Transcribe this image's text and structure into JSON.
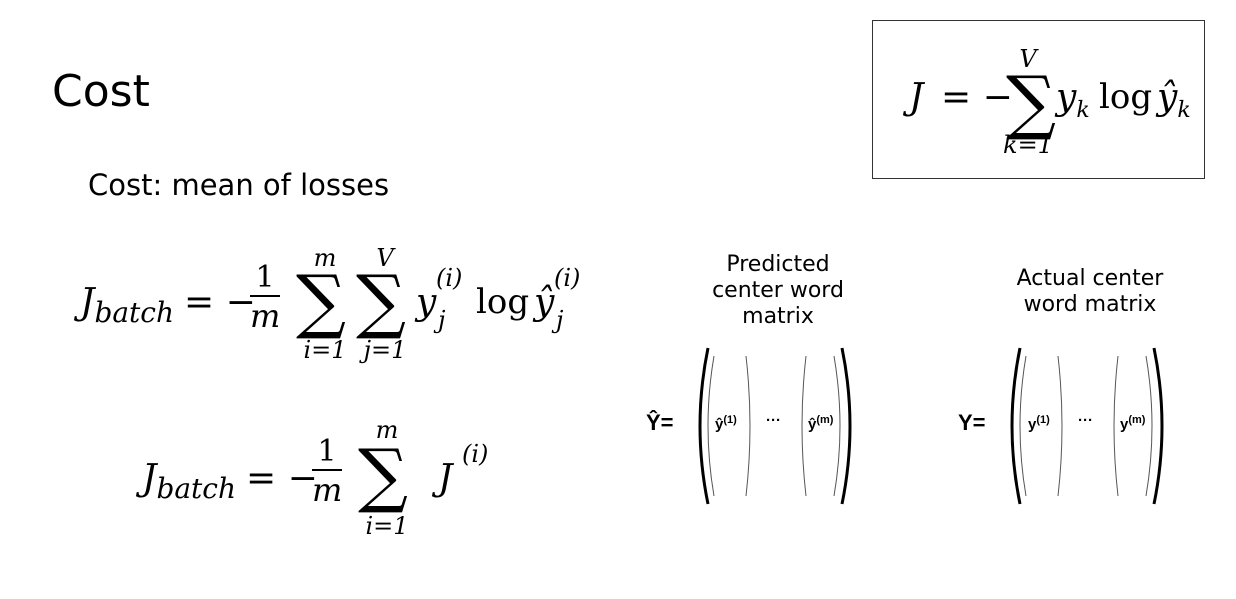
{
  "slide": {
    "title": "Cost",
    "subtitle": "Cost: mean of losses"
  },
  "boxed_formula": {
    "lhs": "J",
    "eq": "= −",
    "sum_top": "V",
    "sum_bottom": "k=1",
    "y": "y",
    "y_sub": "k",
    "log": "log",
    "yhat": "ŷ",
    "yhat_sub": "k"
  },
  "formula1": {
    "lhs": "J",
    "lhs_sub": "batch",
    "eq": "= −",
    "num": "1",
    "den": "m",
    "sum1_top": "m",
    "sum1_bottom": "i=1",
    "sum2_top": "V",
    "sum2_bottom": "j=1",
    "y": "y",
    "y_sup": "(i)",
    "y_sub": "j",
    "log": "log",
    "yhat": "ŷ",
    "yhat_sup": "(i)",
    "yhat_sub": "j"
  },
  "formula2": {
    "lhs": "J",
    "lhs_sub": "batch",
    "eq": "= −",
    "num": "1",
    "den": "m",
    "sum_top": "m",
    "sum_bottom": "i=1",
    "term": "J",
    "term_sup": "(i)"
  },
  "predicted": {
    "caption_lines": [
      "Predicted",
      "center word",
      "matrix"
    ],
    "label": "Ŷ=",
    "col1": "ŷ",
    "col1_sup": "(1)",
    "dots": "···",
    "col2": "ŷ",
    "col2_sup": "(m)"
  },
  "actual": {
    "caption_lines": [
      "Actual center",
      "word matrix"
    ],
    "label": "Y=",
    "col1": "y",
    "col1_sup": "(1)",
    "dots": "···",
    "col2": "y",
    "col2_sup": "(m)"
  }
}
